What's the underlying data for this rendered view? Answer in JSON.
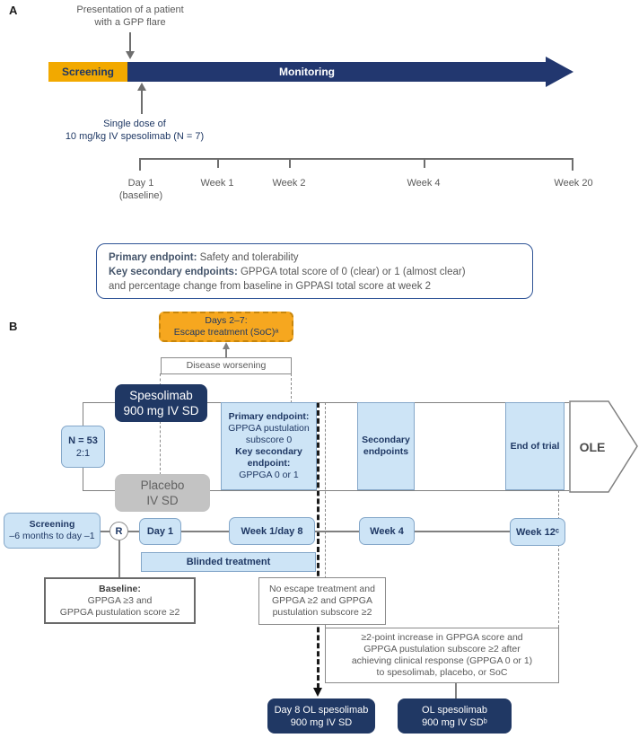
{
  "colors": {
    "navy": "#203864",
    "navy_text": "#1F3864",
    "screening_yellow": "#F2A900",
    "escape_orange": "#F6A71F",
    "escape_orange_border": "#C8860B",
    "light_blue_fill": "#CDE4F6",
    "light_blue_border": "#84A7C9",
    "placebo_gray": "#C3C3C3",
    "line_gray": "#808080",
    "text_gray": "#595959"
  },
  "panel_a": {
    "label": "A",
    "presentation_note": {
      "line1": "Presentation of a patient",
      "line2": "with a GPP flare"
    },
    "screening_label": "Screening",
    "monitoring_label": "Monitoring",
    "dose_note": {
      "line1": "Single dose of",
      "line2": "10 mg/kg IV spesolimab (N = 7)"
    },
    "timeline": {
      "day1_line1": "Day 1",
      "day1_line2": "(baseline)",
      "week1": "Week 1",
      "week2": "Week 2",
      "week4": "Week 4",
      "week20": "Week 20"
    },
    "endpoint_box": {
      "line1_bold": "Primary endpoint:",
      "line1_rest": " Safety and tolerability",
      "line2_bold": "Key secondary endpoints:",
      "line2_rest": " GPPGA total score of 0 (clear) or 1 (almost clear)",
      "line3": "and percentage change from baseline in GPPASI total score at week 2"
    }
  },
  "panel_b": {
    "label": "B",
    "escape_box": {
      "line1": "Days 2–7:",
      "line2": "Escape treatment (SoC)ᵃ"
    },
    "disease_worsening": "Disease worsening",
    "spesolimab_box": {
      "line1": "Spesolimab",
      "line2": "900 mg IV SD"
    },
    "n_box": {
      "line1": "N = 53",
      "line2": "2:1"
    },
    "placebo_box": {
      "line1": "Placebo",
      "line2": "IV SD"
    },
    "primary_endpoint_box": {
      "line1": "Primary endpoint:",
      "line2": "GPPGA pustulation",
      "line3": "subscore 0",
      "line4": "Key secondary",
      "line5": "endpoint:",
      "line6": "GPPGA 0 or 1"
    },
    "secondary_box": {
      "line1": "Secondary",
      "line2": "endpoints"
    },
    "end_of_trial_label": "End of trial",
    "ole_label": "OLE",
    "timeline": {
      "screening_line1": "Screening",
      "screening_line2": "–6 months to day –1",
      "randomization": "R",
      "day1": "Day 1",
      "week1_day8": "Week 1/day 8",
      "week4": "Week 4",
      "week12": "Week 12ᶜ"
    },
    "blinded_treatment": "Blinded treatment",
    "baseline_box": {
      "line1": "Baseline:",
      "line2": "GPPGA ≥3 and",
      "line3": "GPPGA pustulation score ≥2"
    },
    "no_escape_box": {
      "line1": "No escape treatment and",
      "line2": "GPPGA ≥2 and GPPGA",
      "line3": "pustulation subscore ≥2"
    },
    "flare_criteria_box": {
      "line1": "≥2-point increase in GPPGA score and",
      "line2": "GPPGA pustulation subscore ≥2 after",
      "line3": "achieving clinical response (GPPGA 0 or 1)",
      "line4": "to spesolimab, placebo, or SoC"
    },
    "day8_ol_box": {
      "line1": "Day 8 OL spesolimab",
      "line2": "900 mg IV SD"
    },
    "ol_box": {
      "line1": "OL spesolimab",
      "line2": "900 mg IV SDᵇ"
    }
  }
}
